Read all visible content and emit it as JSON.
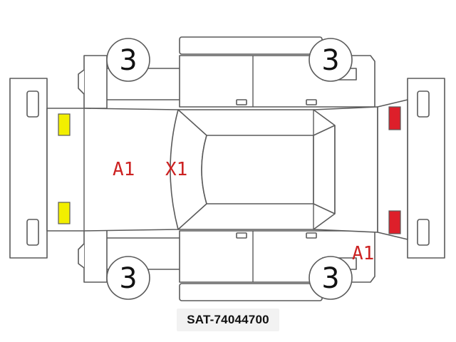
{
  "tire_grades": {
    "front_left": "3",
    "front_right": "3",
    "rear_left": "3",
    "rear_right": "3"
  },
  "damage_codes": {
    "hood": "A1",
    "windshield": "X1",
    "rear_quarter_right": "A1"
  },
  "stock_number": "SAT-74044700",
  "colors": {
    "line": "#5a5a5a",
    "damage": "#cc2222",
    "headlight": "#f2ef00",
    "taillight": "#dd1f2a"
  }
}
